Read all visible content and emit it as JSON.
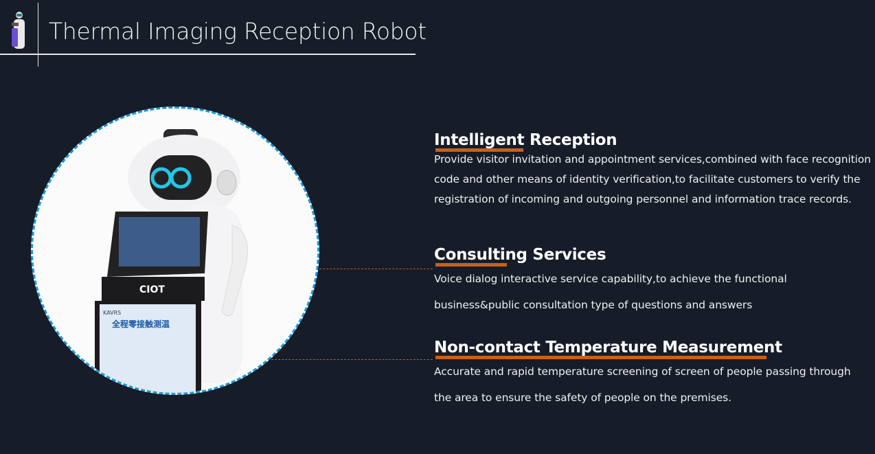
{
  "header": {
    "title": "Thermal Imaging Reception Robot"
  },
  "colors": {
    "background": "#161c28",
    "accent": "#c8621a",
    "circle_border": "#1e9ad6"
  },
  "robot_image": {
    "screen_brand": "CIOT",
    "panel_brand": "KAVRS",
    "panel_text": "全程零接触测温"
  },
  "sections": [
    {
      "title": "Intelligent Reception",
      "lines": [
        "Provide visitor invitation and appointment services,combined with face recognition",
        "code and other means of identity verification,to facilitate customers to verify the",
        "registration of incoming and outgoing personnel and information trace records."
      ]
    },
    {
      "title": "Consulting Services",
      "lines": [
        "Voice dialog interactive service capability,to achieve the functional",
        "business&public consultation type of questions and answers"
      ]
    },
    {
      "title": "Non-contact Temperature Measurement",
      "lines": [
        "Accurate and rapid temperature screening of screen of people passing through",
        "the area to ensure the safety of people on the premises."
      ]
    }
  ]
}
